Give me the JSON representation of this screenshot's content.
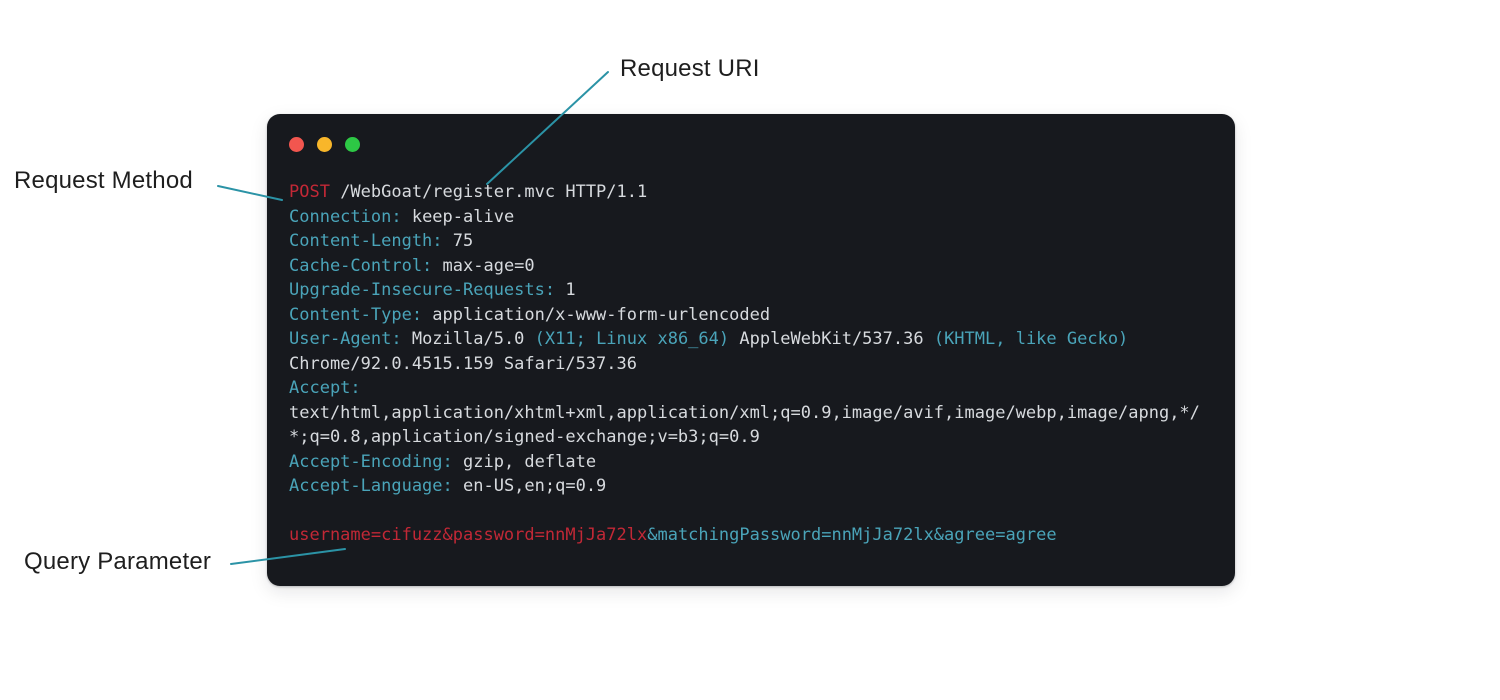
{
  "annotations": {
    "request_uri": {
      "label": "Request URI"
    },
    "request_method": {
      "label": "Request Method"
    },
    "query_parameter": {
      "label": "Query Parameter"
    }
  },
  "window": {
    "controls": [
      {
        "name": "close-button",
        "color": "#f2564f"
      },
      {
        "name": "minimize-button",
        "color": "#f8b62a"
      },
      {
        "name": "maximize-button",
        "color": "#2dc845"
      }
    ]
  },
  "request": {
    "method": "POST",
    "uri": "/WebGoat/register.mvc",
    "protocol": "HTTP/1.1",
    "body": "username=cifuzz&password=nnMjJa72lx&matchingPassword=nnMjJa72lx&agree=agree",
    "lines": [
      {
        "segments": [
          {
            "type": "red",
            "text": "POST"
          },
          {
            "type": "plain",
            "text": " /WebGoat/register.mvc HTTP/1.1"
          }
        ]
      },
      {
        "segments": [
          {
            "type": "key",
            "text": "Connection:"
          },
          {
            "type": "plain",
            "text": " keep-alive"
          }
        ]
      },
      {
        "segments": [
          {
            "type": "key",
            "text": "Content-Length:"
          },
          {
            "type": "plain",
            "text": " 75"
          }
        ]
      },
      {
        "segments": [
          {
            "type": "key",
            "text": "Cache-Control:"
          },
          {
            "type": "plain",
            "text": " max-age=0"
          }
        ]
      },
      {
        "segments": [
          {
            "type": "key",
            "text": "Upgrade-Insecure-Requests:"
          },
          {
            "type": "plain",
            "text": " 1"
          }
        ]
      },
      {
        "segments": [
          {
            "type": "key",
            "text": "Content-Type:"
          },
          {
            "type": "plain",
            "text": " application/x-www-form-urlencoded"
          }
        ]
      },
      {
        "segments": [
          {
            "type": "key",
            "text": "User-Agent:"
          },
          {
            "type": "plain",
            "text": " Mozilla/5.0 "
          },
          {
            "type": "key",
            "text": "(X11; Linux x86_64)"
          },
          {
            "type": "plain",
            "text": " AppleWebKit/537.36 "
          },
          {
            "type": "key",
            "text": "(KHTML, like Gecko)"
          }
        ]
      },
      {
        "segments": [
          {
            "type": "plain",
            "text": "Chrome/92.0.4515.159 Safari/537.36"
          }
        ]
      },
      {
        "segments": [
          {
            "type": "key",
            "text": "Accept:"
          }
        ]
      },
      {
        "segments": [
          {
            "type": "plain",
            "text": "text/html,application/xhtml+xml,application/xml;q=0.9,image/avif,image/webp,image/apng,*/"
          }
        ]
      },
      {
        "segments": [
          {
            "type": "plain",
            "text": "*;q=0.8,application/signed-exchange;v=b3;q=0.9"
          }
        ]
      },
      {
        "segments": [
          {
            "type": "key",
            "text": "Accept-Encoding:"
          },
          {
            "type": "plain",
            "text": " gzip, deflate"
          }
        ]
      },
      {
        "segments": [
          {
            "type": "key",
            "text": "Accept-Language:"
          },
          {
            "type": "plain",
            "text": " en-US,en;q=0.9"
          }
        ]
      },
      {
        "segments": []
      },
      {
        "segments": [
          {
            "type": "red",
            "text": "username=cifuzz&password=nnMjJa72lx"
          },
          {
            "type": "key",
            "text": "&matchingPassword=nnMjJa72lx&agree=agree"
          }
        ]
      }
    ]
  },
  "colors": {
    "page_background": "#ffffff",
    "window_background": "#17191e",
    "code_text": "#d7dade",
    "header_key_teal": "#4aa4b9",
    "highlight_red": "#c22836",
    "leader_line_teal": "#2b93a6",
    "label_text": "#1e1e1e",
    "traffic_close": "#f2564f",
    "traffic_minimize": "#f8b62a",
    "traffic_maximize": "#2dc845"
  }
}
